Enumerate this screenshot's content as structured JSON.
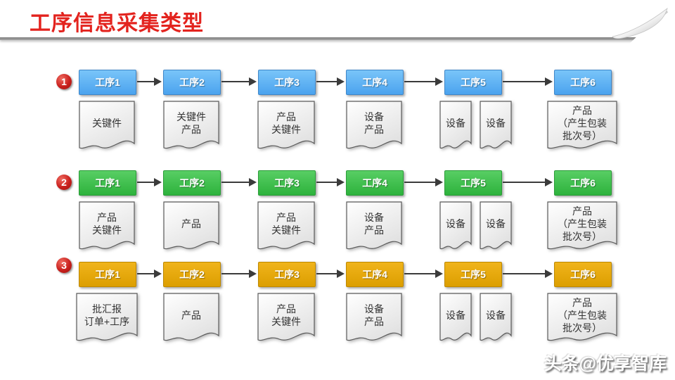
{
  "slide": {
    "title": "工序信息采集类型",
    "watermark": "头条@优享智库"
  },
  "accents": {
    "title_color": "#E3231E",
    "badge_color": "#C9201D",
    "arrow_color": "#3B3B3B",
    "doc_border_color": "#5A5A5A"
  },
  "rows": [
    {
      "badge": "1",
      "colors": {
        "top": "#79C5F9",
        "bottom": "#4BA3EE",
        "border": "#3F86C8"
      },
      "steps": [
        {
          "label": "工序1",
          "docs": [
            "关键件"
          ]
        },
        {
          "label": "工序2",
          "docs": [
            "关键件\n产品"
          ]
        },
        {
          "label": "工序3",
          "docs": [
            "产品\n关键件"
          ]
        },
        {
          "label": "工序4",
          "docs": [
            "设备\n产品"
          ]
        },
        {
          "label": "工序5",
          "docs": [
            "设备",
            "设备"
          ]
        },
        {
          "label": "工序6",
          "docs": [
            "产品\n（产生包装\n批次号）"
          ]
        }
      ]
    },
    {
      "badge": "2",
      "colors": {
        "top": "#58CE64",
        "bottom": "#2DB23C",
        "border": "#2A9C38"
      },
      "steps": [
        {
          "label": "工序1",
          "docs": [
            "产品\n关键件"
          ]
        },
        {
          "label": "工序2",
          "docs": [
            "产品"
          ]
        },
        {
          "label": "工序3",
          "docs": [
            "产品\n关键件"
          ]
        },
        {
          "label": "工序4",
          "docs": [
            "设备\n产品"
          ]
        },
        {
          "label": "工序5",
          "docs": [
            "设备",
            "设备"
          ]
        },
        {
          "label": "工序6",
          "docs": [
            "产品\n（产生包装\n批次号）"
          ]
        }
      ]
    },
    {
      "badge": "3",
      "colors": {
        "top": "#F0B41B",
        "bottom": "#DC9E00",
        "border": "#BD8800"
      },
      "steps": [
        {
          "label": "工序1",
          "docs": [
            "批汇报\n订单+工序"
          ]
        },
        {
          "label": "工序2",
          "docs": [
            "产品"
          ]
        },
        {
          "label": "工序3",
          "docs": [
            "产品\n关键件"
          ]
        },
        {
          "label": "工序4",
          "docs": [
            "设备\n产品"
          ]
        },
        {
          "label": "工序5",
          "docs": [
            "设备",
            "设备"
          ]
        },
        {
          "label": "工序6",
          "docs": [
            "产品\n（产生包装\n批次号）"
          ]
        }
      ]
    }
  ]
}
